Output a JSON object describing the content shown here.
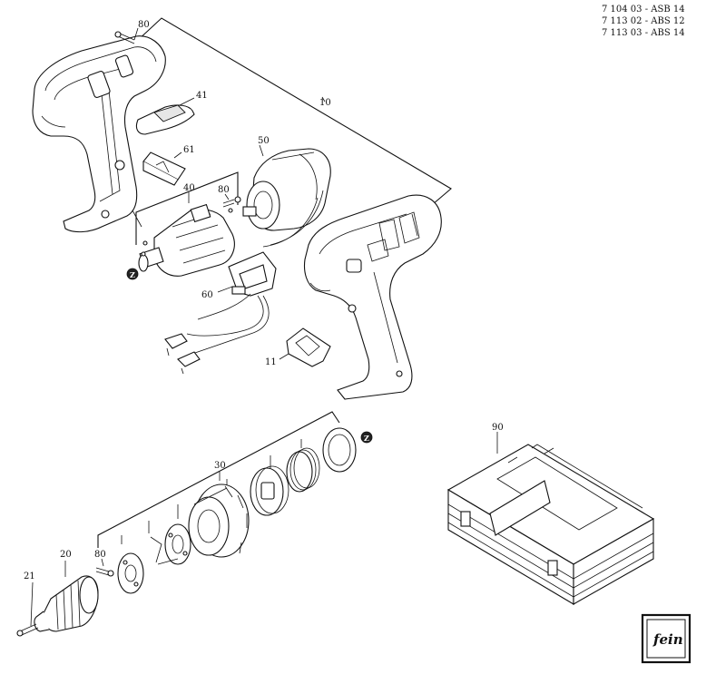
{
  "model_list": [
    "7 104 03 - ASB 14",
    "7 113 02 - ABS 12",
    "7 113 03 - ABS 14"
  ],
  "callouts": {
    "p80a": "80",
    "p41": "41",
    "p10": "10",
    "p50": "50",
    "p61": "61",
    "p40": "40",
    "p80b": "80",
    "p60": "60",
    "p11": "11",
    "p90": "90",
    "p30": "30",
    "p20": "20",
    "p80c": "80",
    "p21": "21"
  },
  "markers": {
    "z1": "Z",
    "z2": "Z"
  },
  "logo_text": "fein"
}
